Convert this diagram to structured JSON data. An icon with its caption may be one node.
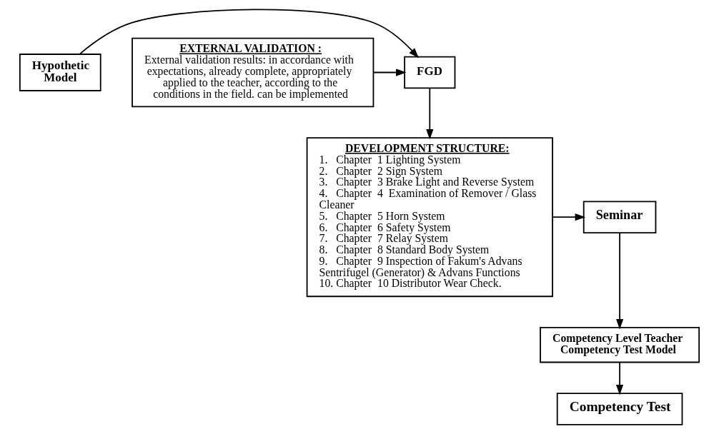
{
  "diagram": {
    "nodes": [
      {
        "text": [
          "Hypothetic Model"
        ]
      },
      {
        "text": [
          "FGD"
        ]
      },
      {
        "text": [
          "EXTERNAL VALIDATION :",
          "External validation results: in accordance with expectations, already complete, appropriately applied to the teacher, according to the conditions in the field. can be implemented"
        ]
      },
      {
        "text": [
          "DEVELOPMENT STRUCTURE:",
          "1.   Chapter  1 Lighting System",
          "2.   Chapter  2 Sign System",
          "3.   Chapter  3 Brake Light and Reverse System",
          "4.   Chapter  4  Examination of Remover / Glass Cleaner",
          "5.   Chapter  5 Horn System",
          "6.   Chapter  6 Safety System",
          "7.   Chapter  7 Relay System",
          "8.   Chapter  8 Standard Body System",
          "9.   Chapter  9 Inspection of Fakum's Advans Sentrifugel (Generator) & Advans Functions",
          "10. Chapter  10 Distributor Wear Check."
        ]
      },
      {
        "text": [
          "Seminar"
        ]
      },
      {
        "text": [
          "Competency Level Teacher Competency Test Model"
        ]
      },
      {
        "text": [
          "Competency Test"
        ]
      }
    ],
    "edges": [
      {
        "from": 0,
        "to": 1,
        "arrow": "to"
      },
      {
        "from": 2,
        "to": 1,
        "arrow": "to"
      },
      {
        "from": 1,
        "to": 3,
        "arrow": "to"
      },
      {
        "from": 3,
        "to": 4,
        "arrow": "to"
      },
      {
        "from": 4,
        "to": 5,
        "arrow": "to"
      },
      {
        "from": 5,
        "to": 6,
        "arrow": "to"
      }
    ]
  }
}
